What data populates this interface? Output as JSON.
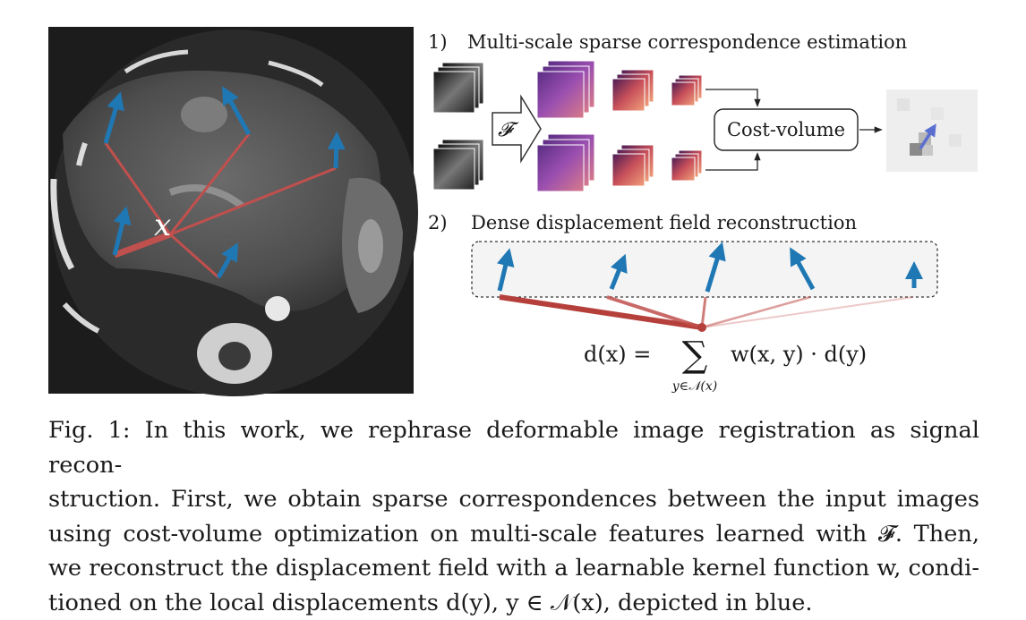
{
  "figure": {
    "section1_number": "1)",
    "section1_title": "Multi-scale sparse correspondence estimation",
    "section2_number": "2)",
    "section2_title": "Dense displacement field reconstruction",
    "encoder_symbol": "𝓕",
    "cost_volume_label": "Cost-volume",
    "point_label": "x",
    "formula": {
      "lhs": "d(x) =",
      "sum": "∑",
      "sum_index": "y∈𝒩(x)",
      "rhs": "w(x, y) · d(y)"
    },
    "colors": {
      "arrow_blue": "#1f78b4",
      "line_red": "#c0504d",
      "feature_purple": "#7a3c9a",
      "feature_orange": "#e0604a"
    }
  },
  "caption": {
    "line1": "Fig. 1: In this work, we rephrase deformable image registration as signal recon-",
    "line2": "struction. First, we obtain sparse correspondences between the input images",
    "line3": "using cost-volume optimization on multi-scale features learned with 𝓕. Then,",
    "line4": "we reconstruct the displacement field with a learnable kernel function w, condi-",
    "line5": "tioned on the local displacements d(y), y ∈ 𝒩(x), depicted in blue."
  }
}
